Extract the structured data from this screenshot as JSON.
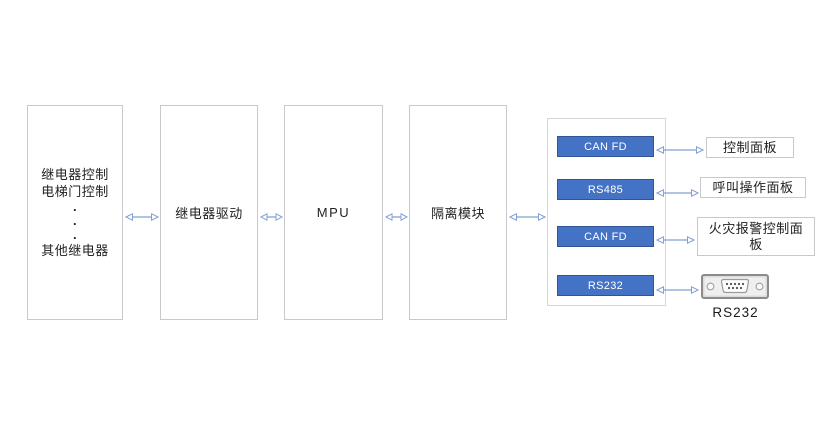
{
  "diagram_type": "block-diagram",
  "colors": {
    "port_fill": "#4472c4",
    "port_border": "#2f5597",
    "arrow": "#84a0d4",
    "box_border": "#c9c9c9",
    "text": "#222222"
  },
  "blocks": [
    {
      "name": "relay-loads",
      "lines": [
        "继电器控制",
        "电梯门控制",
        ".",
        ".",
        ".",
        "其他继电器"
      ]
    },
    {
      "name": "relay-driver",
      "label": "继电器驱动"
    },
    {
      "name": "mpu",
      "label": "MPU"
    },
    {
      "name": "isolation-module",
      "label": "隔离模块"
    }
  ],
  "interfaces": [
    {
      "port": "CAN FD",
      "target": "控制面板"
    },
    {
      "port": "RS485",
      "target": "呼叫操作面板"
    },
    {
      "port": "CAN FD",
      "target": "火灾报警控制面板"
    },
    {
      "port": "RS232"
    }
  ],
  "connector": {
    "type": "db9-serial",
    "caption": "RS232"
  }
}
